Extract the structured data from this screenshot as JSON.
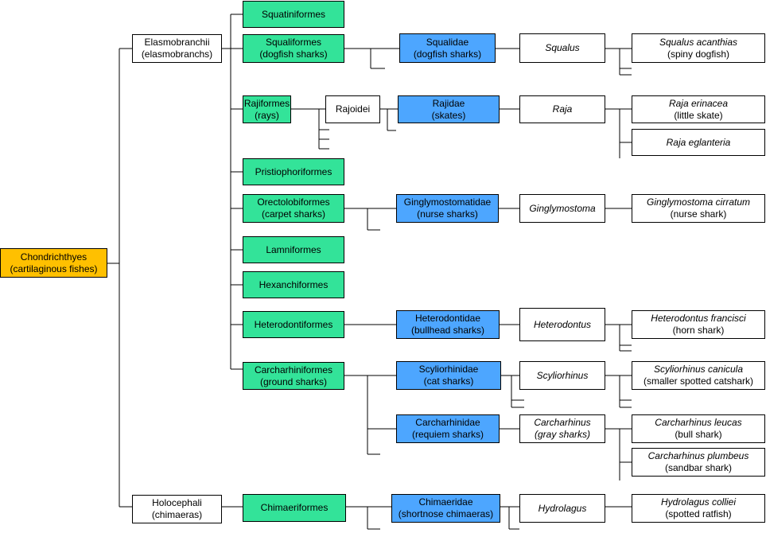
{
  "colors": {
    "class": "#ffc000",
    "order": "#33e399",
    "family": "#4da6ff",
    "plain": "#ffffff",
    "line": "#000000"
  },
  "nodes": {
    "chondrichthyes": {
      "l1": "Chondrichthyes",
      "l2": "(cartilaginous fishes)"
    },
    "elasmobranchii": {
      "l1": "Elasmobranchii",
      "l2": "(elasmobranchs)"
    },
    "holocephali": {
      "l1": "Holocephali",
      "l2": "(chimaeras)"
    },
    "squatiniformes": {
      "l1": "Squatiniformes"
    },
    "squaliformes": {
      "l1": "Squaliformes",
      "l2": "(dogfish sharks)"
    },
    "rajiformes": {
      "l1": "Rajiformes",
      "l2": "(rays)"
    },
    "rajoidei": {
      "l1": "Rajoidei"
    },
    "pristiophoriformes": {
      "l1": "Pristiophoriformes"
    },
    "orectolobiformes": {
      "l1": "Orectolobiformes",
      "l2": "(carpet sharks)"
    },
    "lamniformes": {
      "l1": "Lamniformes"
    },
    "hexanchiformes": {
      "l1": "Hexanchiformes"
    },
    "heterodontiformes": {
      "l1": "Heterodontiformes"
    },
    "carcharhiniformes": {
      "l1": "Carcharhiniformes",
      "l2": "(ground sharks)"
    },
    "chimaeriformes": {
      "l1": "Chimaeriformes"
    },
    "squalidae": {
      "l1": "Squalidae",
      "l2": "(dogfish sharks)"
    },
    "rajidae": {
      "l1": "Rajidae",
      "l2": "(skates)"
    },
    "ginglymostomatidae": {
      "l1": "Ginglymostomatidae",
      "l2": "(nurse sharks)"
    },
    "heterodontidae": {
      "l1": "Heterodontidae",
      "l2": "(bullhead sharks)"
    },
    "scyliorhinidae": {
      "l1": "Scyliorhinidae",
      "l2": "(cat sharks)"
    },
    "carcharhinidae": {
      "l1": "Carcharhinidae",
      "l2": "(requiem sharks)"
    },
    "chimaeridae": {
      "l1": "Chimaeridae",
      "l2": "(shortnose chimaeras)"
    },
    "squalus": {
      "l1": "Squalus"
    },
    "raja": {
      "l1": "Raja"
    },
    "ginglymostoma": {
      "l1": "Ginglymostoma"
    },
    "heterodontus": {
      "l1": "Heterodontus"
    },
    "scyliorhinus": {
      "l1": "Scyliorhinus"
    },
    "carcharhinus": {
      "l1": "Carcharhinus",
      "l2": "(gray sharks)"
    },
    "hydrolagus": {
      "l1": "Hydrolagus"
    },
    "squalus_acanthias": {
      "l1": "Squalus acanthias",
      "l2": "(spiny dogfish)"
    },
    "raja_erinacea": {
      "l1": "Raja erinacea",
      "l2": "(little skate)"
    },
    "raja_eglanteria": {
      "l1": "Raja eglanteria"
    },
    "ginglymostoma_cirratum": {
      "l1": "Ginglymostoma cirratum",
      "l2": "(nurse shark)"
    },
    "heterodontus_francisci": {
      "l1": "Heterodontus francisci",
      "l2": "(horn shark)"
    },
    "scyliorhinus_canicula": {
      "l1": "Scyliorhinus canicula",
      "l2": "(smaller spotted catshark)"
    },
    "carcharhinus_leucas": {
      "l1": "Carcharhinus leucas",
      "l2": "(bull shark)"
    },
    "carcharhinus_plumbeus": {
      "l1": "Carcharhinus plumbeus",
      "l2": "(sandbar shark)"
    },
    "hydrolagus_colliei": {
      "l1": "Hydrolagus colliei",
      "l2": "(spotted ratfish)"
    }
  }
}
